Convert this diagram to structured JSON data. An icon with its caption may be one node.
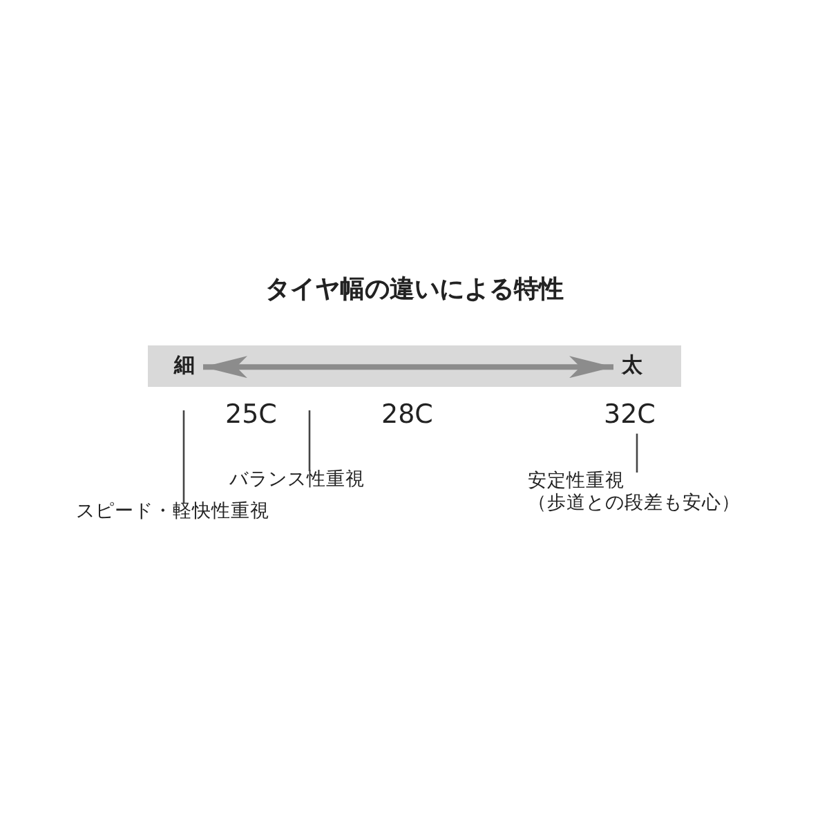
{
  "diagram": {
    "title": "タイヤ幅の違いによる特性",
    "nodes": [
      {
        "text": [],
        "shape": "bar"
      },
      {
        "text": [
          "細"
        ],
        "in": 0
      },
      {
        "text": [
          "太"
        ],
        "in": 0
      },
      {
        "text": [
          "25C"
        ]
      },
      {
        "text": [
          "28C"
        ]
      },
      {
        "text": [
          "32C"
        ]
      },
      {
        "text": [
          "スピード・軽快性重視"
        ]
      },
      {
        "text": [
          "バランス性重視"
        ]
      },
      {
        "text": [
          "安定性重視",
          "（歩道との段差も安心）"
        ]
      }
    ],
    "edges": [
      {
        "from": 1,
        "to": 2,
        "arrow": "both",
        "style": "thick",
        "color": "#8c8c8c"
      },
      {
        "from": 6,
        "to": null,
        "arrow": "none"
      },
      {
        "from": 7,
        "to": null,
        "arrow": "none"
      },
      {
        "from": 8,
        "to": 5,
        "arrow": "none"
      }
    ]
  }
}
